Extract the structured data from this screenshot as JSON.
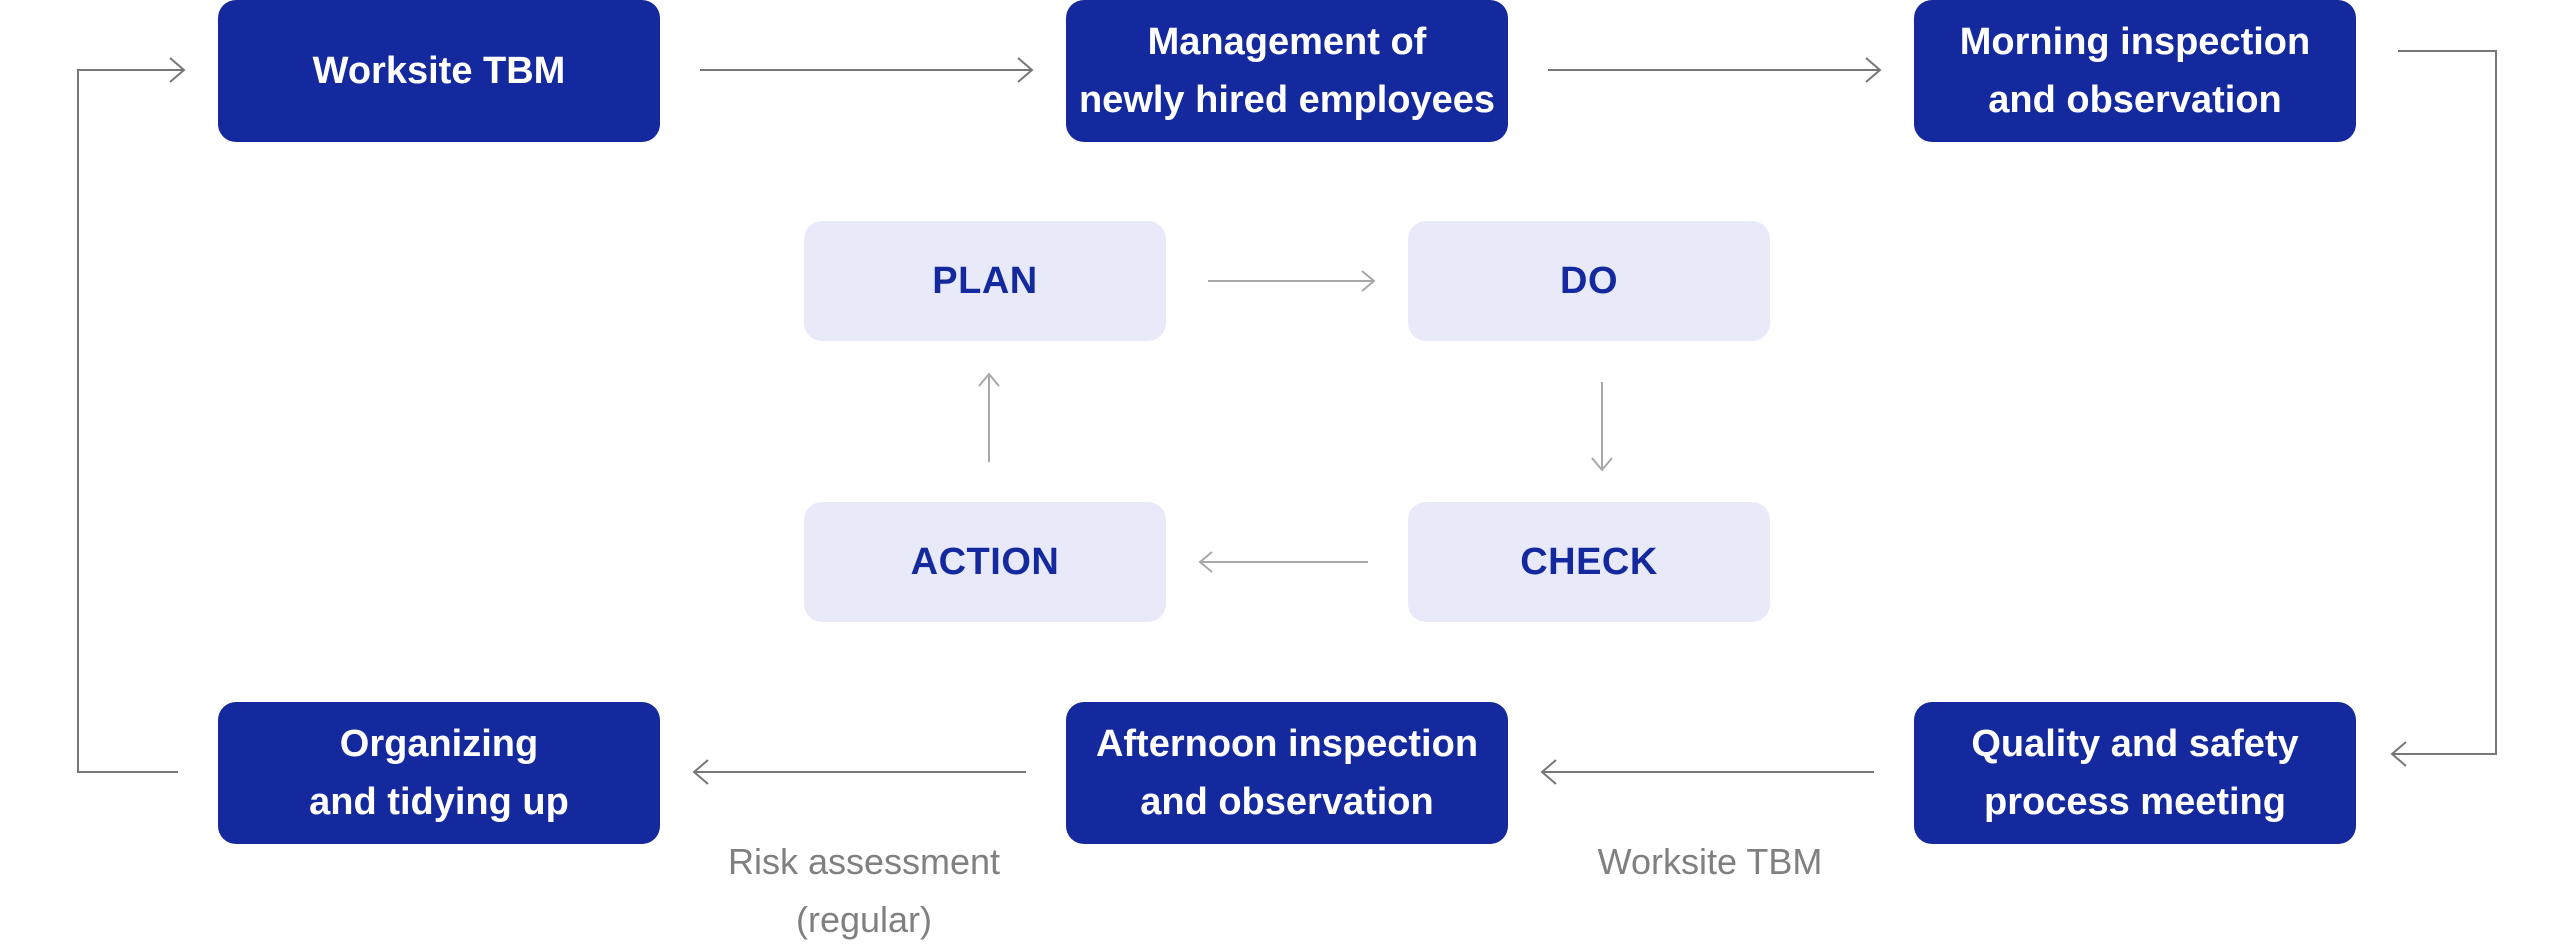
{
  "outer_cycle": {
    "worksite_tbm": "Worksite TBM",
    "new_employees": "Management of\nnewly hired employees",
    "morning_inspection": "Morning inspection\nand observation",
    "quality_safety_meeting": "Quality and safety\nprocess meeting",
    "afternoon_inspection": "Afternoon inspection\nand observation",
    "organizing": "Organizing\nand tidying up"
  },
  "pdca": {
    "plan": "PLAN",
    "do": "DO",
    "check": "CHECK",
    "action": "ACTION"
  },
  "notes": {
    "worksite_tbm": "Worksite TBM",
    "risk_assessment": "Risk assessment\n(regular)"
  },
  "colors": {
    "step_fill": "#15299f",
    "step_text": "#ffffff",
    "pdca_fill": "#e8eafa",
    "pdca_text": "#15299f",
    "outer_connector": "#777777",
    "inner_connector": "#a8a8a8",
    "note_text": "#808080"
  }
}
